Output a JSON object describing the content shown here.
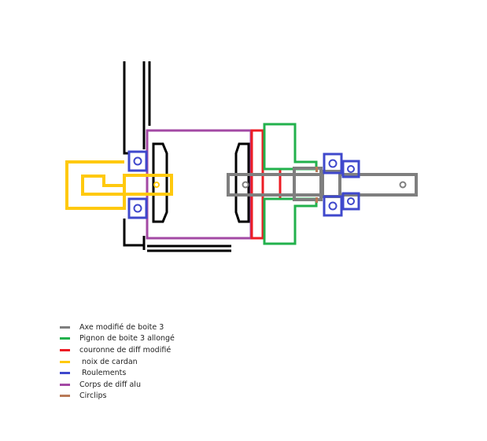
{
  "colors": {
    "axe": "#7f7f7f",
    "pignon": "#22b14c",
    "couronne": "#ed1c24",
    "noix": "#ffc90e",
    "roulements": "#3f48cc",
    "corps": "#a349a4",
    "circlips": "#b97a57",
    "housing": "#000000"
  },
  "legend": [
    {
      "label": "Axe modifié de boite 3",
      "color": "#7f7f7f"
    },
    {
      "label": "Pignon de boite 3 allongé",
      "color": "#22b14c"
    },
    {
      "label": "couronne de diff modifié",
      "color": "#ed1c24"
    },
    {
      "label": " noix de cardan",
      "color": "#ffc90e"
    },
    {
      "label": " Roulements",
      "color": "#3f48cc"
    },
    {
      "label": "Corps de diff alu",
      "color": "#a349a4"
    },
    {
      "label": "Circlips",
      "color": "#b97a57"
    }
  ]
}
